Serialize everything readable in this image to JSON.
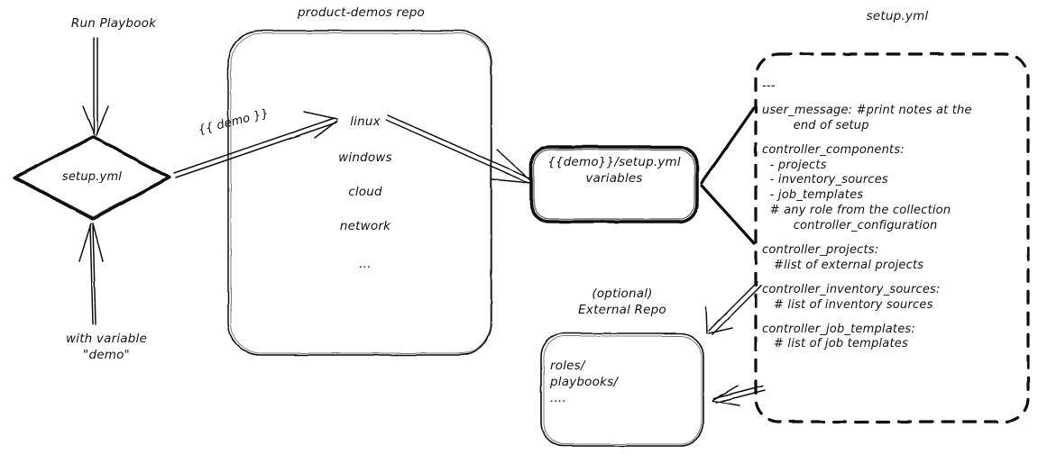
{
  "diagram": {
    "title": "Ansible product-demos setup.yml flow",
    "type": "flow-diagram",
    "background_color": "#ffffff",
    "ink_color": "#111111",
    "style": "hand-drawn"
  },
  "left": {
    "run_playbook_label": "Run Playbook",
    "with_variable_label": "with variable\n\"demo\"",
    "diamond_label": "setup.yml"
  },
  "repo": {
    "title": "product-demos repo",
    "items": [
      "linux",
      "windows",
      "cloud",
      "network",
      "..."
    ]
  },
  "edges": {
    "demo_label": "{{ demo }}"
  },
  "variables_box": {
    "label": "{{demo}}/setup.yml\nvariables"
  },
  "external_repo": {
    "title": "(optional)\nExternal Repo",
    "body": "roles/\nplaybooks/\n...."
  },
  "setup_yml": {
    "title": "setup.yml",
    "lines": [
      "---",
      "",
      "user_message: #print notes at the",
      "        end of setup",
      "",
      "controller_components:",
      "  - projects",
      "  - inventory_sources",
      "  - job_templates",
      "  # any role from the collection",
      "        controller_configuration",
      "",
      "controller_projects:",
      "   #list of external projects",
      "",
      "controller_inventory_sources:",
      "   # list of inventory sources",
      "",
      "controller_job_templates:",
      "   # list of job templates"
    ]
  }
}
